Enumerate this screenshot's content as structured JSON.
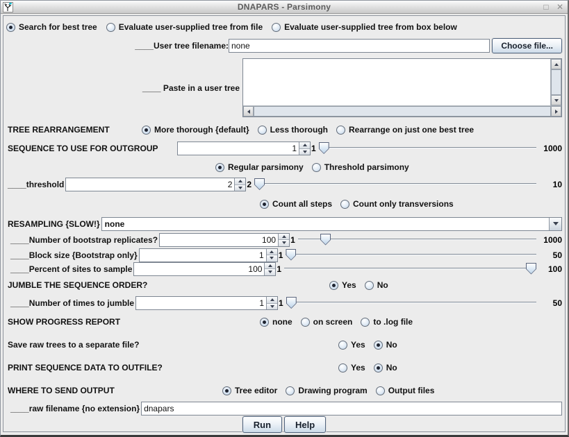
{
  "window": {
    "title": "DNAPARS - Parsimony",
    "maximize_glyph": "□",
    "close_glyph": "✕"
  },
  "icons": {
    "window_icon": "tree-icon",
    "combo_arrow": "▼",
    "spinner_up": "▲",
    "spinner_down": "▼",
    "scroll_up": "▲",
    "scroll_down": "▼",
    "scroll_left": "◀",
    "scroll_right": "▶"
  },
  "colors": {
    "panel": "#ececec",
    "accent_blue": "#cfe0f2",
    "button_border": "#51647e",
    "text": "#121212",
    "titlebar_text": "#5c5c5c"
  },
  "tree_source": {
    "options": [
      "Search for best tree",
      "Evaluate user-supplied tree from file",
      "Evaluate user-supplied tree from box below"
    ],
    "selected": 0
  },
  "user_tree_filename": {
    "label": "____User tree filename:",
    "value": "none",
    "button": "Choose file..."
  },
  "paste_tree": {
    "label": "____ Paste in a user tree",
    "value": ""
  },
  "rearrangement": {
    "label": "TREE REARRANGEMENT",
    "options": [
      "More thorough {default}",
      "Less thorough",
      "Rearrange on just one best tree"
    ],
    "selected": 0
  },
  "outgroup": {
    "label": "SEQUENCE TO USE FOR OUTGROUP",
    "value": "1",
    "min": "1",
    "max": "1000"
  },
  "parsimony_type": {
    "options": [
      "Regular parsimony",
      "Threshold parsimony"
    ],
    "selected": 0
  },
  "threshold": {
    "label": "____threshold",
    "value": "2",
    "min": "2",
    "max": "10"
  },
  "steps": {
    "options": [
      "Count all steps",
      "Count only transversions"
    ],
    "selected": 0
  },
  "resampling": {
    "label": "RESAMPLING {SLOW!}",
    "value": "none"
  },
  "bootstrap_replicates": {
    "label": "____Number of bootstrap replicates?",
    "value": "100",
    "min": "1",
    "max": "1000"
  },
  "block_size": {
    "label": "____Block size {Bootstrap only}",
    "value": "1",
    "min": "1",
    "max": "50"
  },
  "percent_sites": {
    "label": "____Percent of sites to sample",
    "value": "100",
    "min": "1",
    "max": "100"
  },
  "jumble": {
    "label": "JUMBLE THE SEQUENCE ORDER?",
    "options": [
      "Yes",
      "No"
    ],
    "selected": 0
  },
  "jumble_times": {
    "label": "____Number of times to jumble",
    "value": "1",
    "min": "1",
    "max": "50"
  },
  "progress": {
    "label": "SHOW PROGRESS REPORT",
    "options": [
      "none",
      "on screen",
      "to .log file"
    ],
    "selected": 0
  },
  "save_raw_trees": {
    "label": "Save raw trees to a separate file?",
    "options": [
      "Yes",
      "No"
    ],
    "selected": 1
  },
  "print_sequence": {
    "label": "PRINT SEQUENCE DATA TO OUTFILE?",
    "options": [
      "Yes",
      "No"
    ],
    "selected": 1
  },
  "output_dest": {
    "label": "WHERE TO SEND OUTPUT",
    "options": [
      "Tree editor",
      "Drawing program",
      "Output files"
    ],
    "selected": 0
  },
  "raw_filename": {
    "label": "____raw filename {no extension}",
    "value": "dnapars"
  },
  "actions": {
    "run": "Run",
    "help": "Help"
  }
}
